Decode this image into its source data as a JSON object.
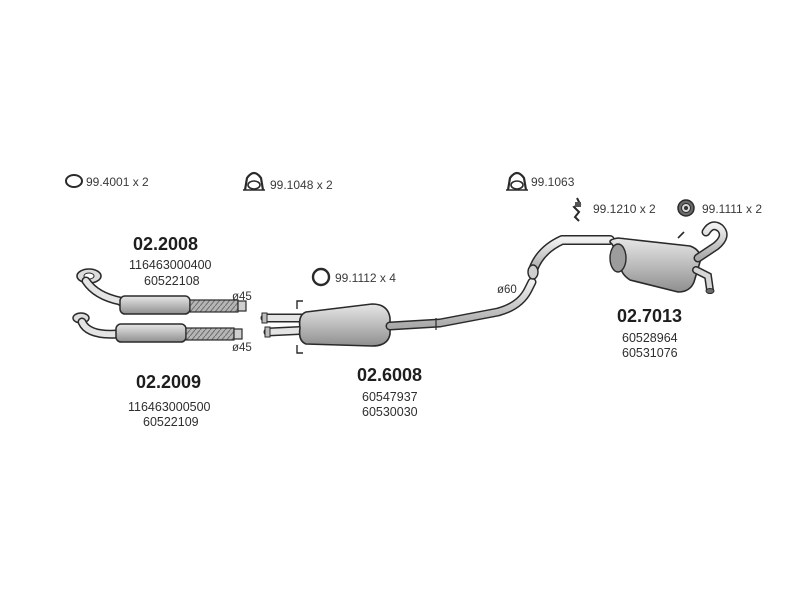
{
  "accessories": {
    "ring_small": "99.4001 x 2",
    "clamp_a": "99.1048 x 2",
    "clamp_b": "99.1063",
    "hanger": "99.1210 x 2",
    "rubber_mount": "99.1111 x 2",
    "gasket": "99.1112 x 4"
  },
  "parts": {
    "upper_front_pipe": {
      "number": "02.2008",
      "ref1": "116463000400",
      "ref2": "60522108"
    },
    "lower_front_pipe": {
      "number": "02.2009",
      "ref1": "116463000500",
      "ref2": "60522109"
    },
    "middle_silencer": {
      "number": "02.6008",
      "ref1": "60547937",
      "ref2": "60530030"
    },
    "rear_silencer": {
      "number": "02.7013",
      "ref1": "60528964",
      "ref2": "60531076"
    }
  },
  "diameters": {
    "upper_pipe": "ø45",
    "lower_pipe": "ø45",
    "tail_inlet": "ø60"
  },
  "colors": {
    "outline": "#2a2a2a",
    "silencer_fill": "#bdbdbd",
    "pipe_fill": "#d4d4d4",
    "flex_fill": "#a8a8a8"
  }
}
